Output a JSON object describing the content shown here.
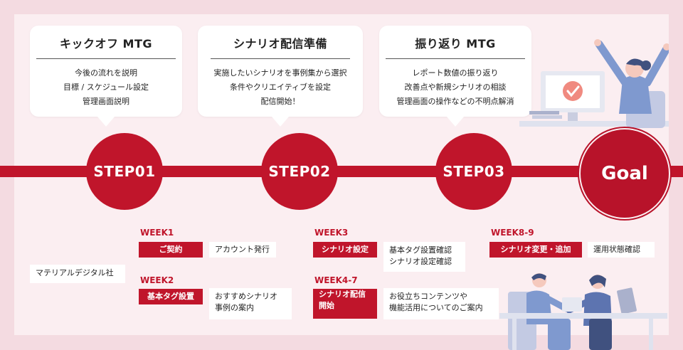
{
  "steps": [
    {
      "title": "キックオフ MTG",
      "lines": [
        "今後の流れを説明",
        "目標 / スケジュール設定",
        "管理画面説明"
      ],
      "label": "STEP01"
    },
    {
      "title": "シナリオ配信準備",
      "lines": [
        "実施したいシナリオを事例集から選択",
        "条件やクリエイティブを設定",
        "配信開始！"
      ],
      "label": "STEP02"
    },
    {
      "title": "振り返り MTG",
      "lines": [
        "レポート数値の振り返り",
        "改善点や新規シナリオの相談",
        "管理画面の操作などの不明点解消"
      ],
      "label": "STEP03"
    }
  ],
  "goal_label": "Goal",
  "company_label": "マテリアルデジタル社",
  "weeks": {
    "w1": {
      "label": "WEEK1",
      "tag": "ご契約",
      "note": "アカウント発行"
    },
    "w2": {
      "label": "WEEK2",
      "tag": "基本タグ設置",
      "note_line1": "おすすめシナリオ",
      "note_line2": "事例の案内"
    },
    "w3": {
      "label": "WEEK3",
      "tag": "シナリオ設定",
      "note_line1": "基本タグ設置確認",
      "note_line2": "シナリオ設定確認"
    },
    "w47": {
      "label": "WEEK4-7",
      "tag_line1": "シナリオ配信",
      "tag_line2": "開始",
      "note_line1": "お役立ちコンテンツや",
      "note_line2": "機能活用についてのご案内"
    },
    "w89": {
      "label": "WEEK8-9",
      "tag": "シナリオ変更・追加",
      "note": "運用状態確認"
    }
  },
  "colors": {
    "accent": "#c0152b",
    "background": "#f4dbe1",
    "panel": "#fbeef1"
  }
}
